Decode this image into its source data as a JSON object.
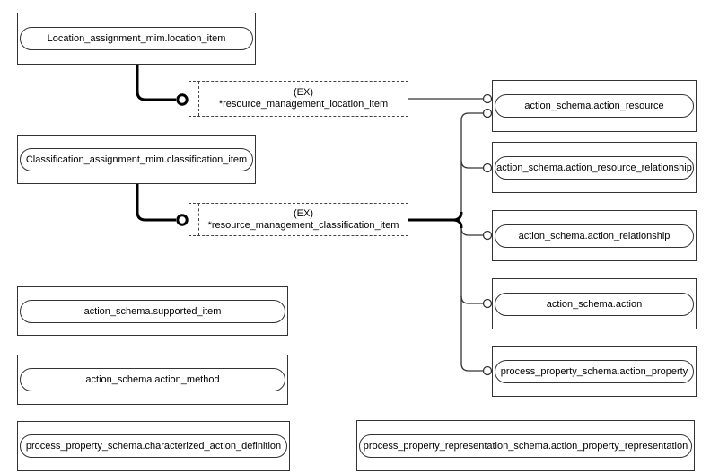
{
  "diagram": {
    "kind": "express-g-schema-diagram",
    "colors": {
      "background": "#ffffff",
      "box_border": "#333333",
      "thin_line": "#333333",
      "thick_line": "#000000",
      "text": "#000000"
    },
    "entities": {
      "location_item": "Location_assignment_mim.location_item",
      "classification_item": "Classification_assignment_mim.classification_item",
      "supported_item": "action_schema.supported_item",
      "action_method": "action_schema.action_method",
      "characterized_action_definition": "process_property_schema.characterized_action_definition",
      "action_resource": "action_schema.action_resource",
      "action_resource_relationship": "action_schema.action_resource_relationship",
      "action_relationship": "action_schema.action_relationship",
      "action": "action_schema.action",
      "action_property": "process_property_schema.action_property",
      "action_property_representation": "process_property_representation_schema.action_property_representation"
    },
    "external_references": {
      "location": {
        "tag": "(EX)",
        "name": "*resource_management_location_item"
      },
      "classification": {
        "tag": "(EX)",
        "name": "*resource_management_classification_item"
      }
    }
  }
}
